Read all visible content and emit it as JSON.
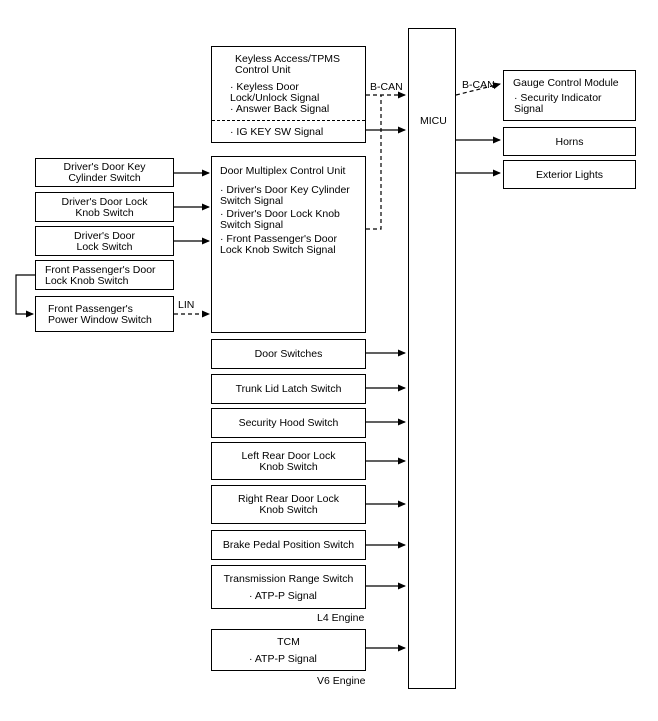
{
  "keyless": {
    "title": "Keyless Access/TPMS\nControl Unit",
    "signal1": "· Keyless Door\nLock/Unlock Signal",
    "signal2": "· Answer Back Signal",
    "signal3": "· IG KEY SW Signal"
  },
  "door_multiplex": {
    "title": "Door Multiplex Control Unit",
    "signal1": "· Driver's Door Key Cylinder\nSwitch Signal",
    "signal2": "· Driver's Door Lock Knob\nSwitch Signal",
    "signal3": "· Front Passenger's Door\nLock Knob Switch Signal"
  },
  "left_switches": {
    "key_cylinder": "Driver's Door Key\nCylinder Switch",
    "lock_knob": "Driver's Door Lock\nKnob Switch",
    "door_lock": "Driver's Door\nLock Switch",
    "fp_lock_knob": "Front Passenger's Door\nLock Knob Switch",
    "fp_power_window": "Front Passenger's\nPower Window Switch"
  },
  "inputs": {
    "door_switches": "Door Switches",
    "trunk": "Trunk Lid Latch Switch",
    "hood": "Security Hood Switch",
    "left_rear": "Left Rear Door Lock\nKnob Switch",
    "right_rear": "Right Rear Door Lock\nKnob Switch",
    "brake": "Brake Pedal Position Switch",
    "trs_title": "Transmission Range Switch",
    "trs_signal": "· ATP-P Signal",
    "tcm_title": "TCM",
    "tcm_signal": "· ATP-P Signal"
  },
  "micu": {
    "label": "MICU"
  },
  "outputs": {
    "gauge_title": "Gauge Control Module",
    "gauge_signal": "· Security Indicator\nSignal",
    "horns": "Horns",
    "exterior_lights": "Exterior Lights"
  },
  "labels": {
    "bcan_left": "B-CAN",
    "bcan_right": "B-CAN",
    "lin": "LIN",
    "l4": "L4 Engine",
    "v6": "V6 Engine"
  }
}
